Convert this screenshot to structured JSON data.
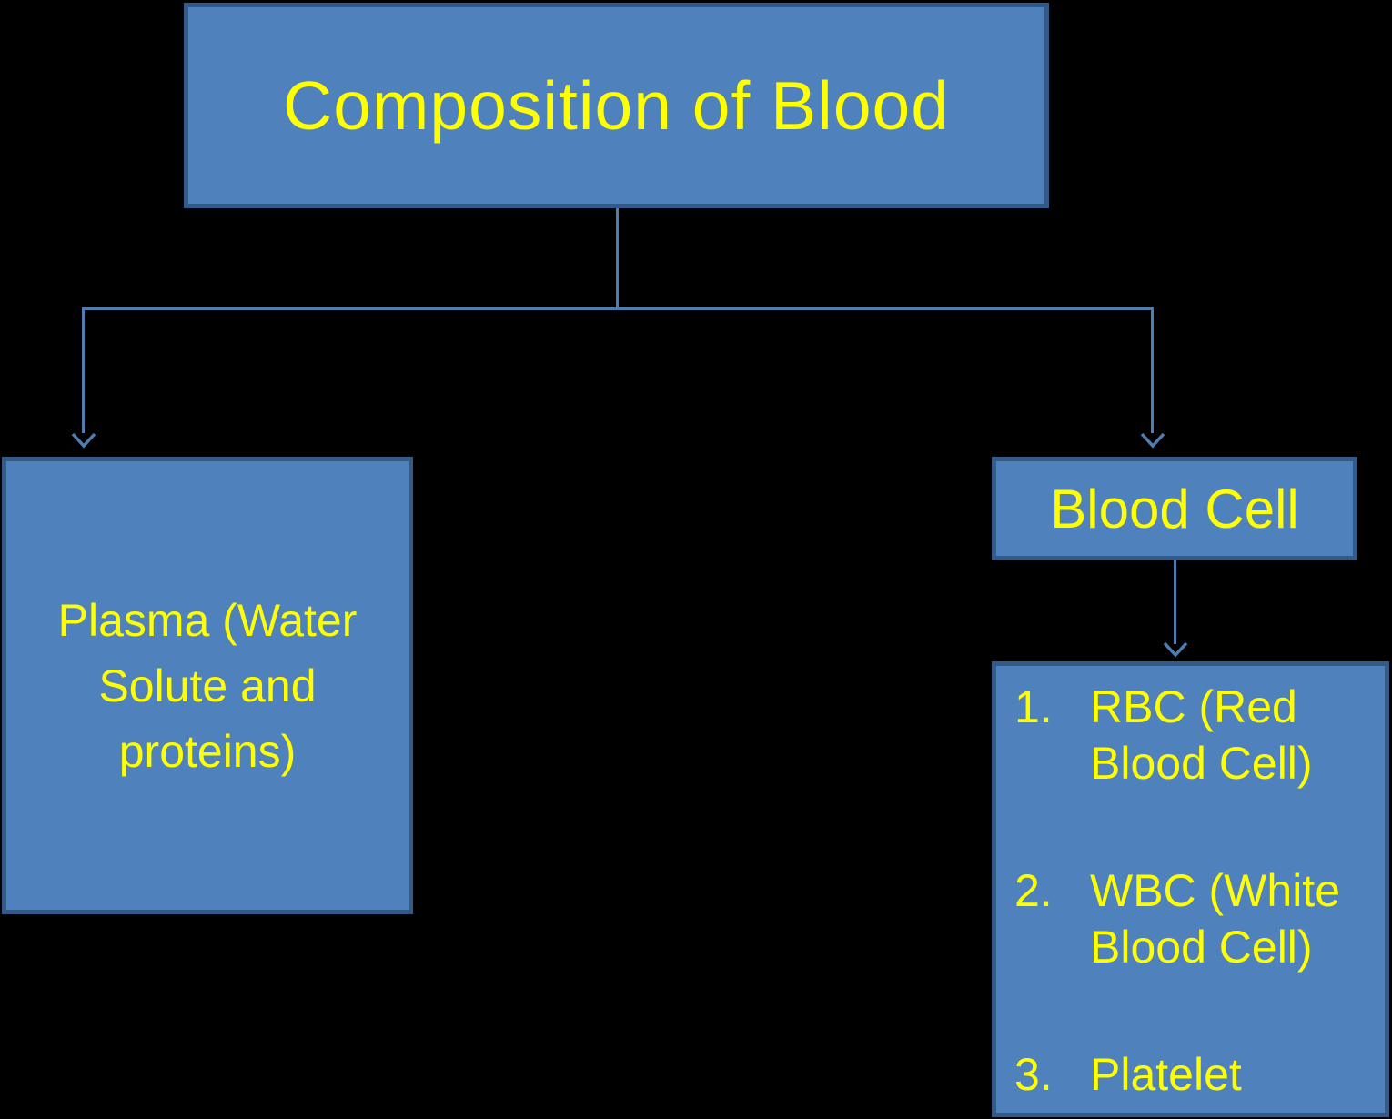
{
  "diagram": {
    "title": "Composition of Blood",
    "nodes": {
      "plasma": {
        "label": "Plasma (Water Solute and proteins)"
      },
      "blood_cell": {
        "label": "Blood Cell"
      },
      "blood_cell_types": {
        "items": [
          {
            "number": "1.",
            "label": "RBC (Red Blood Cell)"
          },
          {
            "number": "2.",
            "label": "WBC (White Blood Cell)"
          },
          {
            "number": "3.",
            "label": "Platelet"
          }
        ]
      }
    },
    "edges": [
      {
        "from": "composition-of-blood",
        "to": "plasma"
      },
      {
        "from": "composition-of-blood",
        "to": "blood-cell"
      },
      {
        "from": "blood-cell",
        "to": "blood-cell-types"
      }
    ],
    "colors": {
      "background": "#000000",
      "box_fill": "#4F81BD",
      "box_border": "#345A8A",
      "connector": "#4E7DB4",
      "text": "#FFFF00"
    }
  }
}
